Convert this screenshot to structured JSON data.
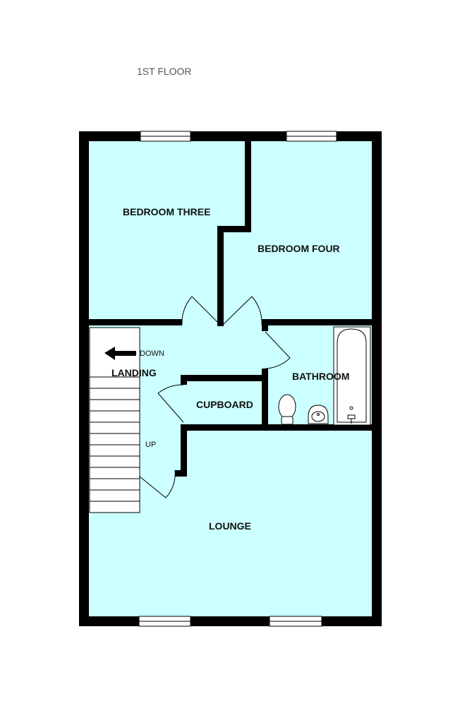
{
  "floor": {
    "title": "1ST FLOOR"
  },
  "rooms": {
    "bedroom_three": "BEDROOM THREE",
    "bedroom_four": "BEDROOM FOUR",
    "landing": "LANDING",
    "bathroom": "BATHROOM",
    "cupboard": "CUPBOARD",
    "lounge": "LOUNGE"
  },
  "stairs": {
    "down_label": "DOWN",
    "up_label": "UP"
  },
  "colors": {
    "room_fill": "#ccffff",
    "wall": "#000000",
    "background": "#ffffff"
  },
  "icons": {
    "window": "window-icon",
    "door": "door-swing-icon",
    "arrow": "arrow-left-icon",
    "bath": "bath-icon",
    "toilet": "toilet-icon",
    "sink": "sink-icon"
  }
}
